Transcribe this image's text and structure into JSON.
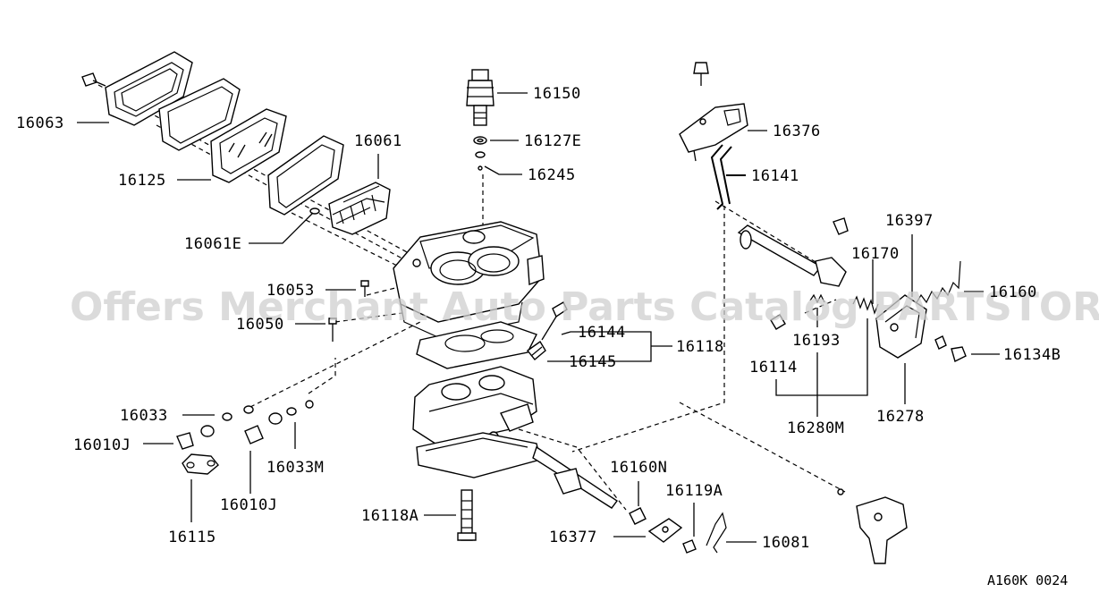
{
  "watermark": "Offers Merchant Auto Parts Catalog PARTSTORE.SA",
  "diagram_code": "A160K 0024",
  "labels": {
    "p16063": "16063",
    "p16125": "16125",
    "p16061": "16061",
    "p16061E": "16061E",
    "p16053": "16053",
    "p16050": "16050",
    "p16033": "16033",
    "p16010J_left": "16010J",
    "p16115": "16115",
    "p16010J_mid": "16010J",
    "p16033M": "16033M",
    "p16118A": "16118A",
    "p16150": "16150",
    "p16127E": "16127E",
    "p16245": "16245",
    "p16144": "16144",
    "p16145": "16145",
    "p16118": "16118",
    "p16376": "16376",
    "p16141": "16141",
    "p16397": "16397",
    "p16170": "16170",
    "p16160": "16160",
    "p16193": "16193",
    "p16114": "16114",
    "p16134B": "16134B",
    "p16280M": "16280M",
    "p16278": "16278",
    "p16160N": "16160N",
    "p16119A": "16119A",
    "p16377": "16377",
    "p16081": "16081"
  }
}
